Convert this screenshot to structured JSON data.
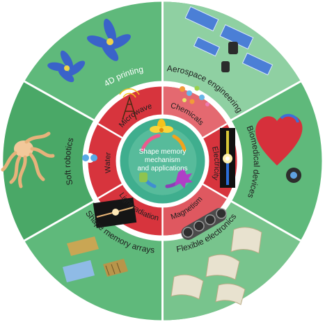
{
  "center": {
    "line1": "Shape memory",
    "line2": "mechanism",
    "line3": "and applications"
  },
  "stimuli": [
    "Microwave",
    "Chemicals",
    "Electricity",
    "Magnetism",
    "Light radiation",
    "Water"
  ],
  "applications": [
    "4D printing",
    "Aerospace engineering",
    "Biomedical devices",
    "Flexible electronics",
    "Shape memory arrays",
    "Soft robotics"
  ],
  "colors": {
    "outer_ring": "#5fb97b",
    "outer_ring_light": "#8fd0a2",
    "divider": "#ffffff",
    "stimulus_ring": "#d7343d",
    "stimulus_ring_light": "#e46970",
    "center_disc": "#3fae8e"
  },
  "icons": {
    "center": [
      "flower-icon",
      "cycle-arrows-icon"
    ],
    "stimuli": [
      "microwave-tower-icon",
      "chemical-molecules-icon",
      "glowing-wire-icon",
      "magnetic-coil-icon",
      "light-beam-icon",
      "water-drop-icon"
    ],
    "applications": [
      "4d-printed-flower-icon",
      "satellite-icon",
      "heart-icon",
      "flexible-circuit-icon",
      "array-samples-icon",
      "octopus-robot-icon"
    ]
  }
}
